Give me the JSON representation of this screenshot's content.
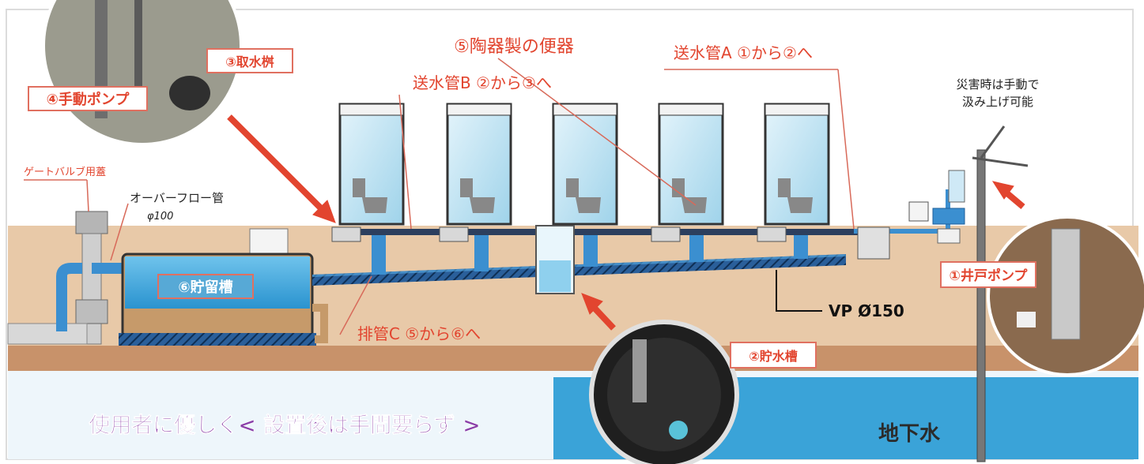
{
  "labels": {
    "pump_manual": "④手動ポンプ",
    "intake_box": "③取水桝",
    "toilet": "⑤陶器製の便器",
    "pipe_a": "送水管A ①から②へ",
    "pipe_b": "送水管B ②から③へ",
    "gate_valve": "ゲートバルブ用蓋",
    "overflow": "オーバーフロー管",
    "overflow_size": "φ100",
    "storage_tank": "⑥貯留槽",
    "drain_pipe": "排管C ⑤から⑥へ",
    "water_tank": "②貯水槽",
    "vp_size": "VP Ø150",
    "well_pump": "①井戸ポンプ",
    "disaster_line1": "災害時は手動で",
    "disaster_line2": "汲み上げ可能",
    "groundwater": "地下水",
    "slogan": "使用者に優しく< 設置後は手間要らず >"
  },
  "colors": {
    "accent_red": "#e2452f",
    "label_border": "#e07060",
    "soil": "#e8c9a8",
    "soil_dark": "#c8926a",
    "groundwater": "#3aa3d8",
    "tank_water": "#57a9d6",
    "pipe_blue": "#1f6bb0",
    "slogan_purple": "#8a3fa8"
  }
}
